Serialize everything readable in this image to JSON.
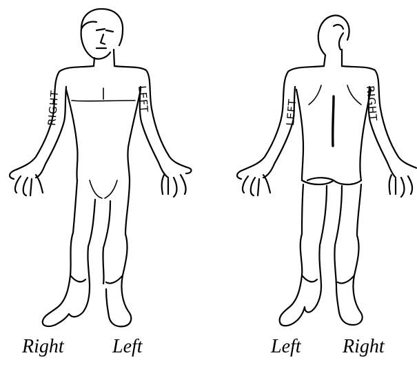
{
  "front_view": {
    "right_arm_label": "RIGHT",
    "left_arm_label": "LEFT",
    "caption_right": "Right",
    "caption_left": "Left"
  },
  "back_view": {
    "left_arm_label": "LEFT",
    "right_arm_label": "RIGHT",
    "caption_left": "Left",
    "caption_right": "Right"
  }
}
